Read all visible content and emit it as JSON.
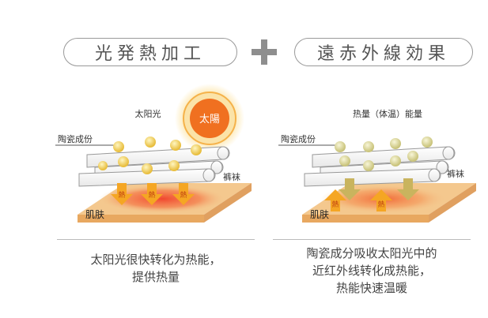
{
  "header": {
    "left_title": "光発熱加工",
    "right_title": "遠赤外線効果"
  },
  "left_panel": {
    "sun_label_outer": "太阳光",
    "sun_label_inner": "太陽",
    "ceramic_label": "陶瓷成份",
    "fabric_label": "裤袜",
    "skin_label": "肌肤",
    "heat_label": "熱",
    "caption_line1": "太阳光很快转化为热能，",
    "caption_line2": "提供热量"
  },
  "right_panel": {
    "energy_label": "热量（体温）能量",
    "ceramic_label": "陶瓷成份",
    "fabric_label": "裤袜",
    "skin_label": "肌肤",
    "heat_label": "熱",
    "caption_line1": "陶瓷成分吸收太阳光中的",
    "caption_line2": "近红外线转化成热能，",
    "caption_line3": "热能快速温暖"
  },
  "colors": {
    "sun_core": "#f07020",
    "sun_glow": "#fde3a0",
    "skin": "#f4c88e",
    "heat_red": "#f0502a",
    "arrow_orange": "#f5a623",
    "arrow_olive": "#c9b45e",
    "ball_yellow": "#f1d15a",
    "ball_pale": "#dcd88c"
  }
}
